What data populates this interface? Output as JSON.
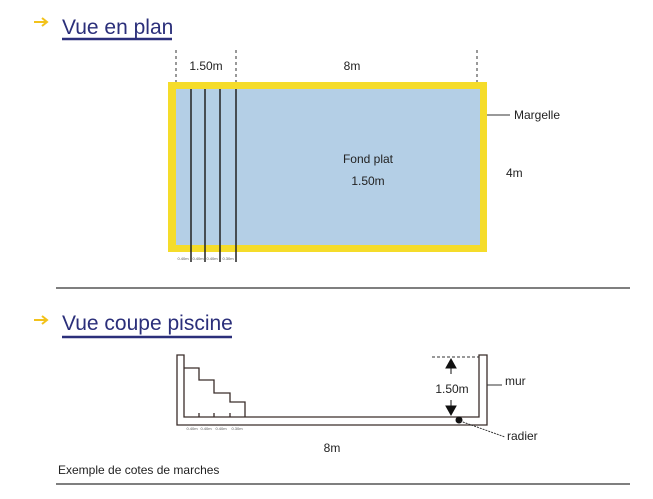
{
  "colors": {
    "title": "#2b2f7a",
    "arrow": "#f2c21b",
    "margelle": "#f5dc2a",
    "water": "#b4cfe6",
    "line": "#3a2d2a"
  },
  "plan": {
    "title": "Vue en plan",
    "width_steps": "1.50m",
    "length": "8m",
    "width": "4m",
    "margelle": "Margelle",
    "bottom_line1": "Fond plat",
    "bottom_line2": "1.50m",
    "step_widths": [
      "0.40m",
      "0.40m",
      "0.40m",
      "0.30m"
    ]
  },
  "section": {
    "title": "Vue coupe piscine",
    "depth": "1.50m",
    "wall": "mur",
    "floor": "radier",
    "length": "8m",
    "step_widths": [
      "0.40m",
      "0.40m",
      "0.40m",
      "0.30m"
    ]
  },
  "caption": "Exemple de cotes de marches"
}
